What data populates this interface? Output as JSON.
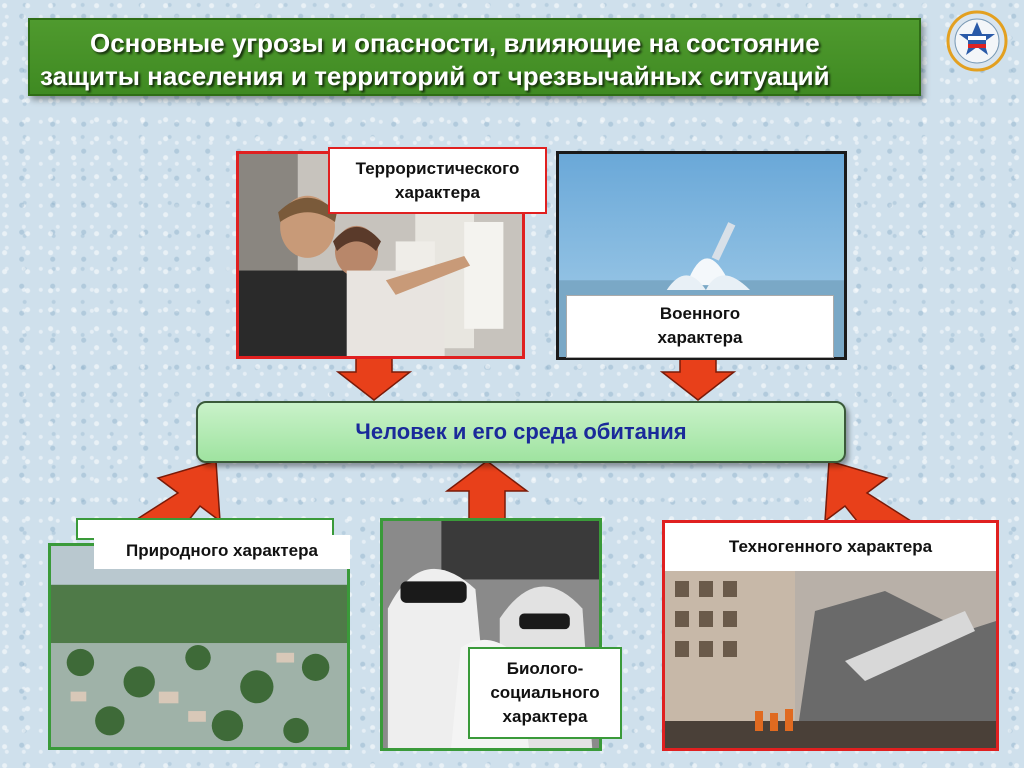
{
  "title": {
    "line1": "Основные угрозы и опасности, влияющие на состояние",
    "line2": "защиты населения и территорий от  чрезвычайных ситуаций"
  },
  "center": {
    "label": "Человек и его среда обитания"
  },
  "categories": {
    "terror": {
      "line1": "Террористического",
      "line2": "характера"
    },
    "military": {
      "line1": "Военного",
      "line2": "характера"
    },
    "natural": {
      "label": "Природного характера"
    },
    "bio": {
      "line1": "Биолого-",
      "line2": "социального",
      "line3": "характера"
    },
    "technogenic": {
      "label": "Техногенного характера"
    }
  },
  "colors": {
    "banner": "#3f8a22",
    "arrow": "#e8401a",
    "center_text": "#1a2a9a",
    "frame_red": "#e02020",
    "frame_green": "#3a9a3a"
  },
  "icons": {
    "emblem": "emergency-ministry-emblem"
  }
}
